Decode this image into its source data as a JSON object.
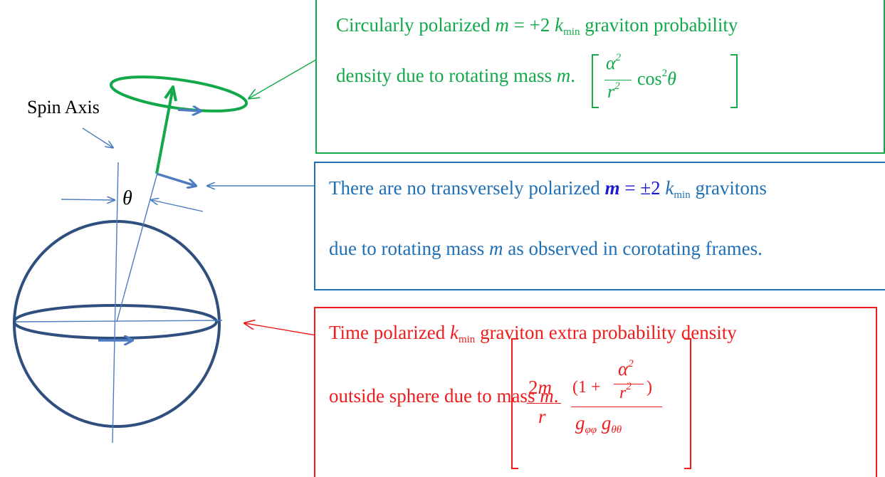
{
  "spin_axis_label": "Spin Axis",
  "theta": "θ",
  "green_box": {
    "line1_pre": "Circularly polarized ",
    "m": "m",
    "eq_plus2": " = +2 ",
    "k": "k",
    "k_sub": "min",
    "line1_post": " graviton probability",
    "line2": "density due to rotating mass ",
    "line2_m": "m",
    "line2_end": ".",
    "f_alpha": "α",
    "f_sq": "2",
    "f_r": "r",
    "f_cos": "cos",
    "f_theta": "θ"
  },
  "blue_box": {
    "line1_pre": "There are no transversely polarized ",
    "m": "m",
    "eq_pm2": " = ±2 ",
    "k": "k",
    "k_sub": "min",
    "line1_post": " gravitons",
    "line2_pre": "due to rotating mass ",
    "line2_m": "m",
    "line2_post": " as observed in corotating frames."
  },
  "red_box": {
    "line1_pre": "Time polarized ",
    "k": "k",
    "k_sub": "min",
    "line1_post": " graviton extra probability density",
    "line2": "outside sphere due to mass ",
    "line2_m": "m",
    "line2_end": ".",
    "f_2m": "2m",
    "f_r": "r",
    "f_num": "(1 +",
    "f_alpha": "α",
    "f_sq": "2",
    "f_r2": "r",
    "f_close": ")",
    "f_g": "g",
    "f_sub1": "φφ",
    "f_sub2": "θθ"
  },
  "colors": {
    "green": "#13a84a",
    "blue": "#1f6fb5",
    "red": "#ee1c1c",
    "navy": "#2f4f7f",
    "arrow_blue": "#4d7cc0"
  }
}
